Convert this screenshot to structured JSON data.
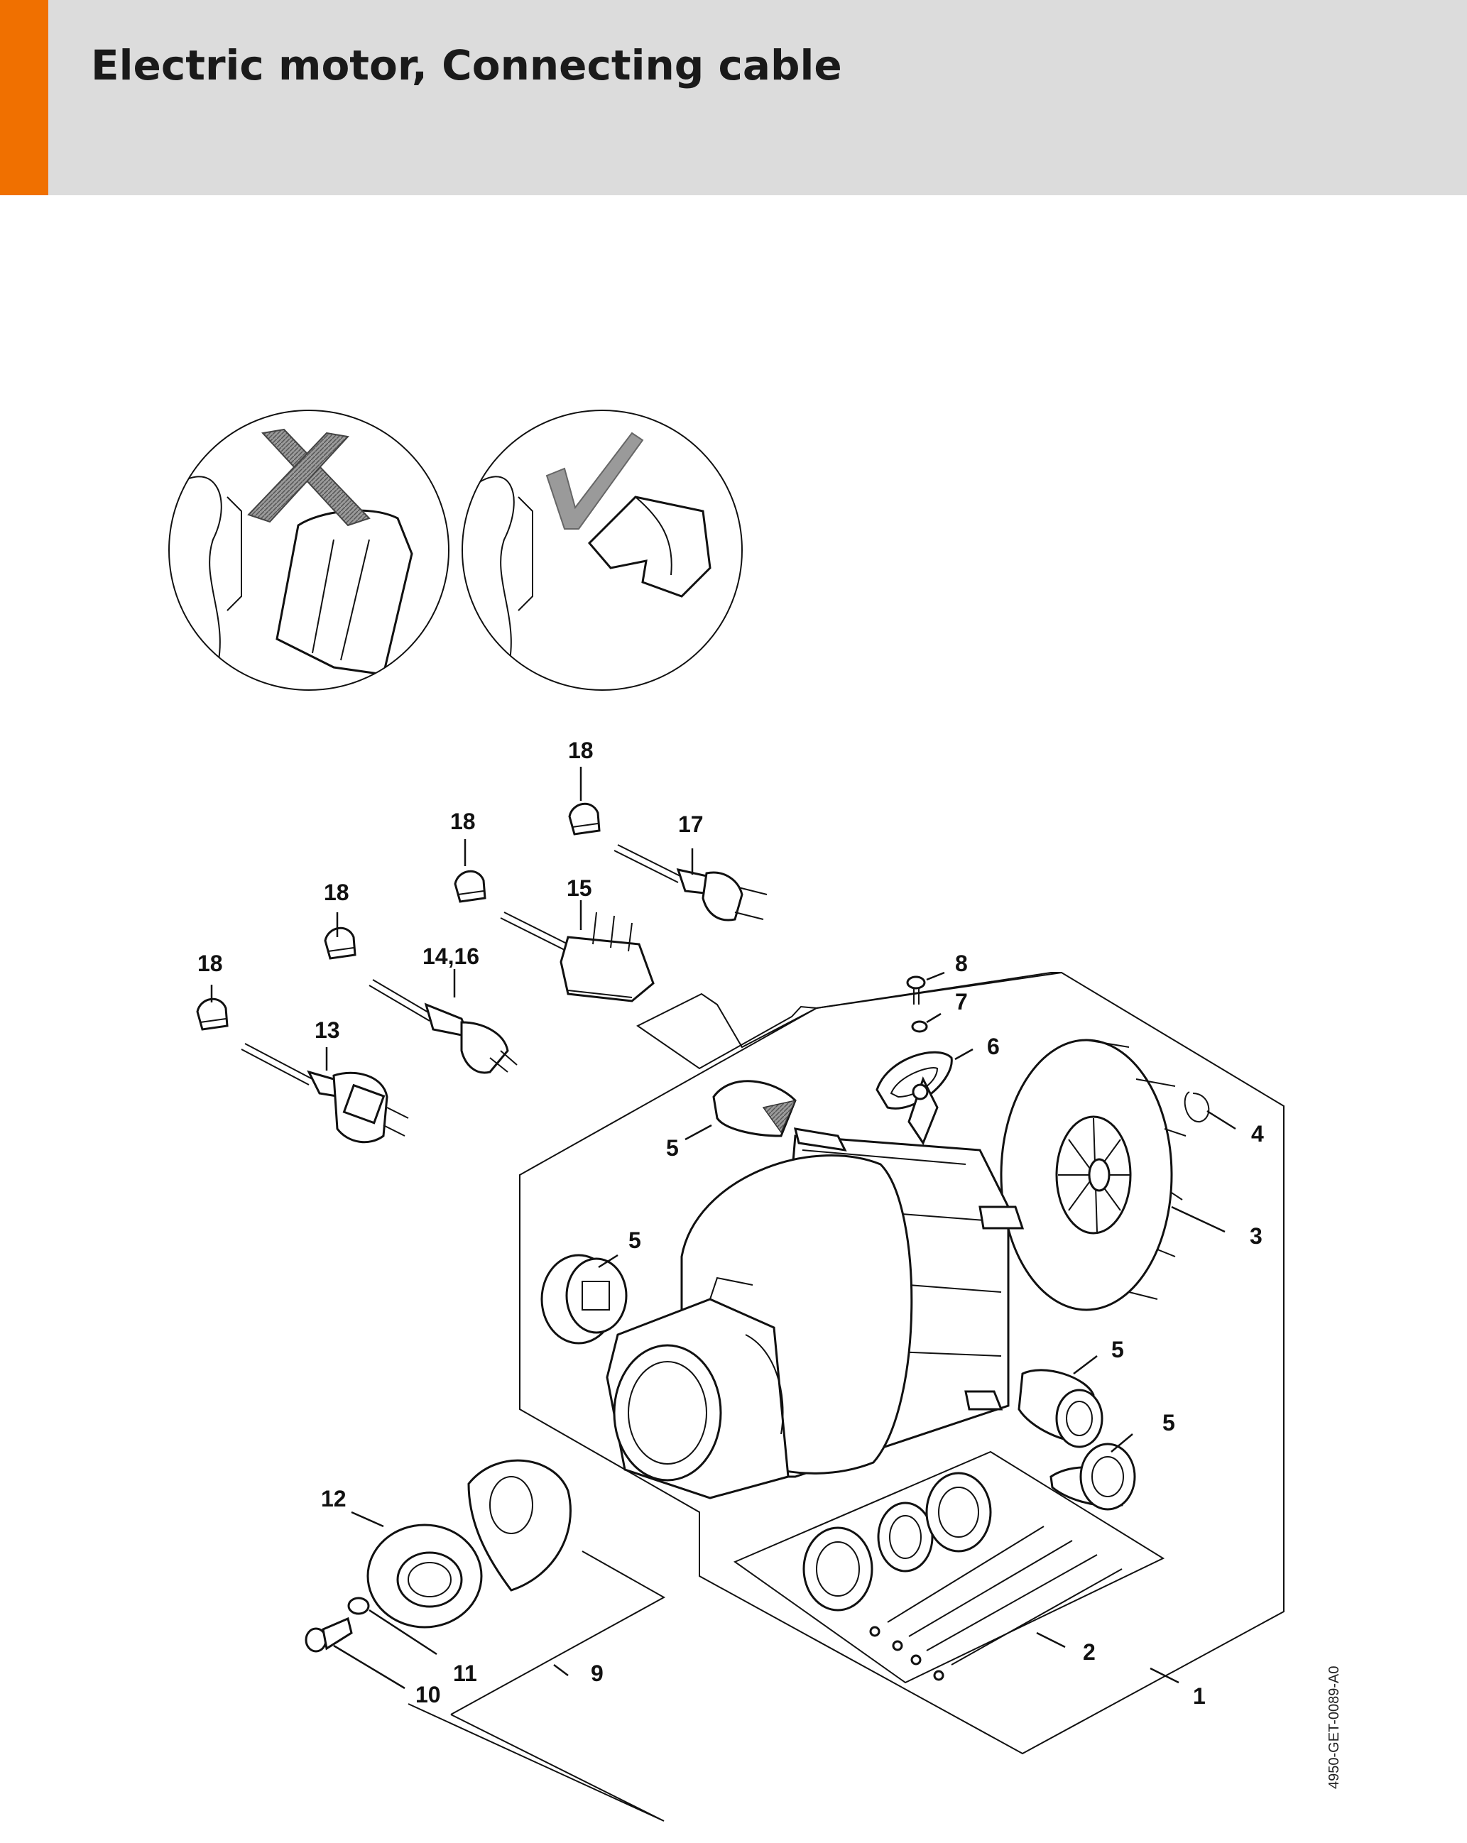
{
  "page": {
    "title": "Electric motor, Connecting cable",
    "accent_color": "#f07000",
    "header_bg": "#dcdcdc",
    "reference_code": "4950-GET-0089-A0"
  },
  "diagram": {
    "inset_wrong_icon": "cross-mark-icon",
    "inset_right_icon": "check-mark-icon",
    "callouts": [
      {
        "id": "c1",
        "label": "1"
      },
      {
        "id": "c2",
        "label": "2"
      },
      {
        "id": "c3",
        "label": "3"
      },
      {
        "id": "c4",
        "label": "4"
      },
      {
        "id": "c5a",
        "label": "5"
      },
      {
        "id": "c5b",
        "label": "5"
      },
      {
        "id": "c5c",
        "label": "5"
      },
      {
        "id": "c5d",
        "label": "5"
      },
      {
        "id": "c6",
        "label": "6"
      },
      {
        "id": "c7",
        "label": "7"
      },
      {
        "id": "c8",
        "label": "8"
      },
      {
        "id": "c9",
        "label": "9"
      },
      {
        "id": "c10",
        "label": "10"
      },
      {
        "id": "c11",
        "label": "11"
      },
      {
        "id": "c12",
        "label": "12"
      },
      {
        "id": "c13",
        "label": "13"
      },
      {
        "id": "c14",
        "label": "14,16"
      },
      {
        "id": "c15",
        "label": "15"
      },
      {
        "id": "c17",
        "label": "17"
      },
      {
        "id": "c18a",
        "label": "18"
      },
      {
        "id": "c18b",
        "label": "18"
      },
      {
        "id": "c18c",
        "label": "18"
      },
      {
        "id": "c18d",
        "label": "18"
      }
    ]
  }
}
